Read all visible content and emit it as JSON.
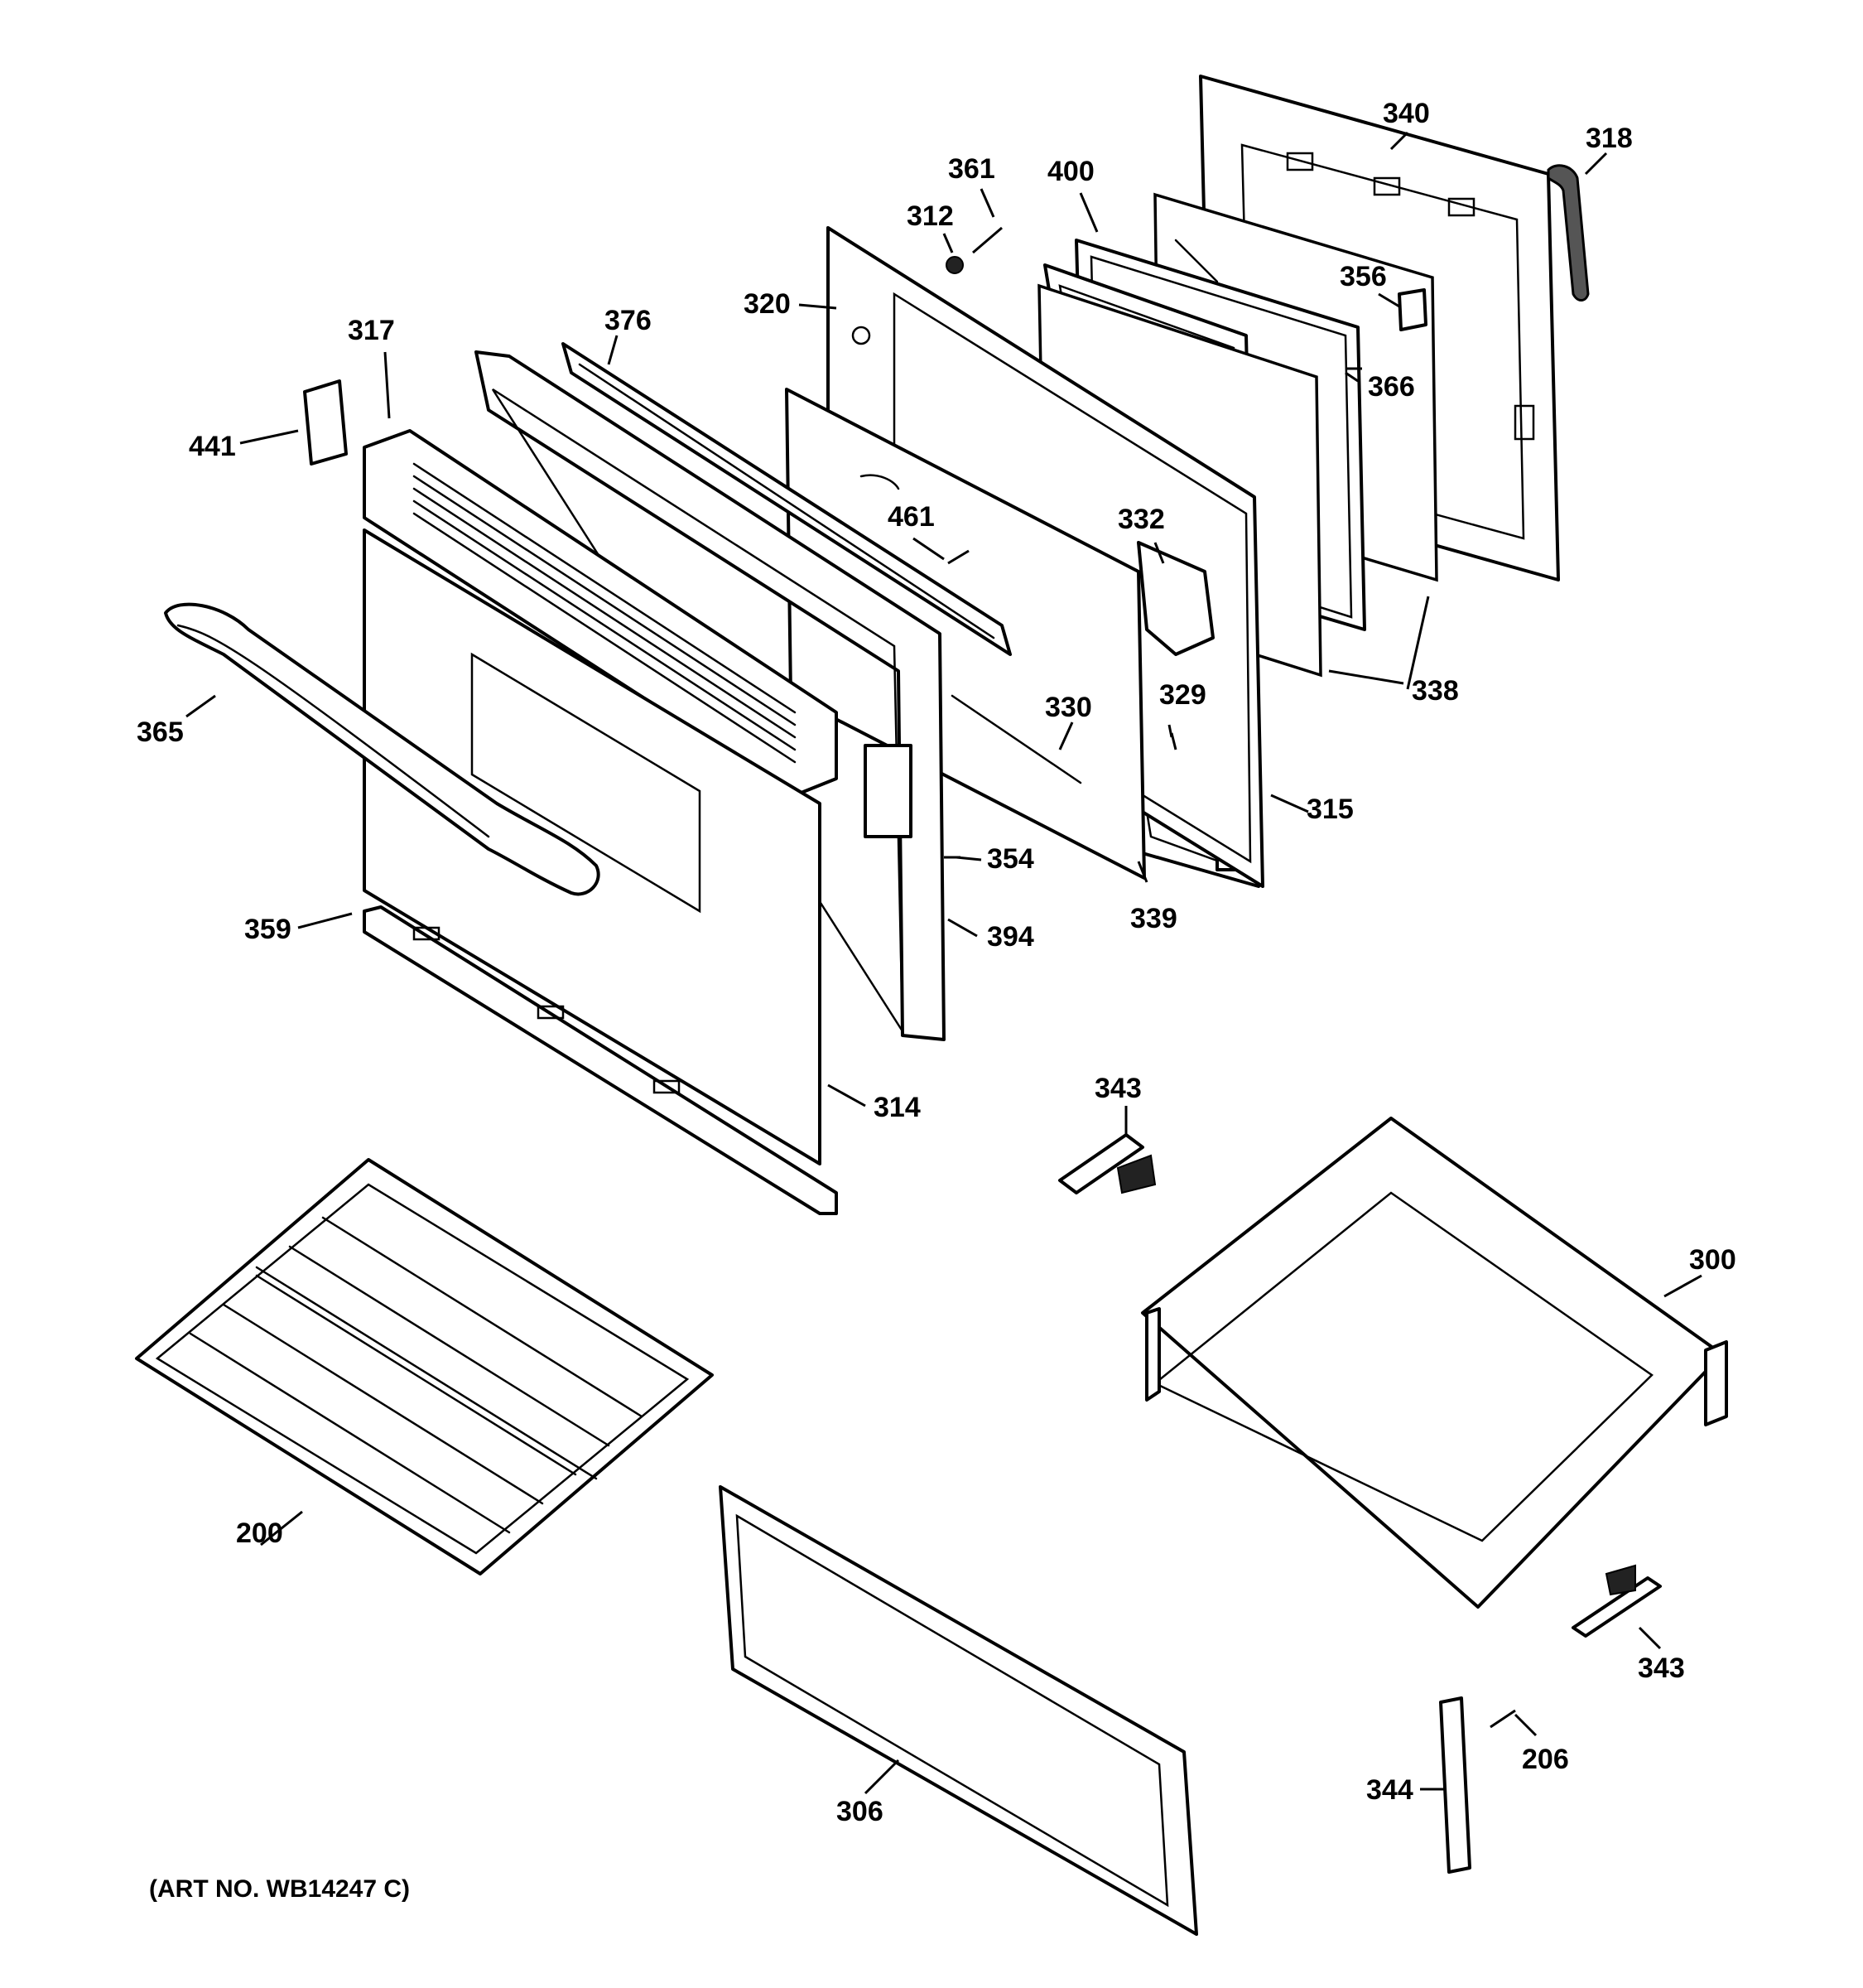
{
  "diagram": {
    "art_number": "(ART NO. WB14247 C)",
    "labels": {
      "p340": "340",
      "p318": "318",
      "p361": "361",
      "p400": "400",
      "p312": "312",
      "p320": "320",
      "p356": "356",
      "p376": "376",
      "p317": "317",
      "p366": "366",
      "p441": "441",
      "p461": "461",
      "p332": "332",
      "p365": "365",
      "p330": "330",
      "p329": "329",
      "p338": "338",
      "p315": "315",
      "p354": "354",
      "p339": "339",
      "p359": "359",
      "p394": "394",
      "p314": "314",
      "p343a": "343",
      "p300": "300",
      "p200": "200",
      "p343b": "343",
      "p206": "206",
      "p306": "306",
      "p344": "344"
    }
  }
}
